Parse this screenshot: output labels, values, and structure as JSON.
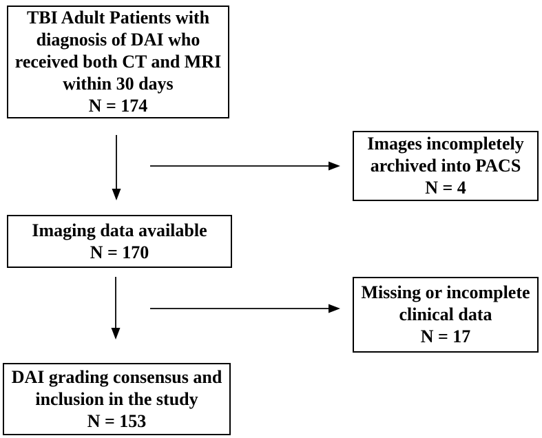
{
  "figure": {
    "type": "flowchart",
    "colors": {
      "border": "#000000",
      "text": "#000000",
      "background": "#ffffff",
      "arrow": "#000000"
    },
    "boxes": {
      "population": {
        "n": 174,
        "lines": [
          "TBI Adult Patients with",
          "diagnosis of DAI who",
          "received both CT and MRI",
          "within 30 days",
          "N = 174"
        ]
      },
      "excluded_pacs": {
        "n": 4,
        "lines": [
          "Images incompletely",
          "archived into PACS",
          "N = 4"
        ]
      },
      "imaging_available": {
        "n": 170,
        "lines": [
          "Imaging data available",
          "N = 170"
        ]
      },
      "excluded_clinical": {
        "n": 17,
        "lines": [
          "Missing or incomplete",
          "clinical data",
          "N = 17"
        ]
      },
      "included": {
        "n": 153,
        "lines": [
          "DAI grading consensus and",
          "inclusion in the study",
          "N = 153"
        ]
      }
    }
  }
}
